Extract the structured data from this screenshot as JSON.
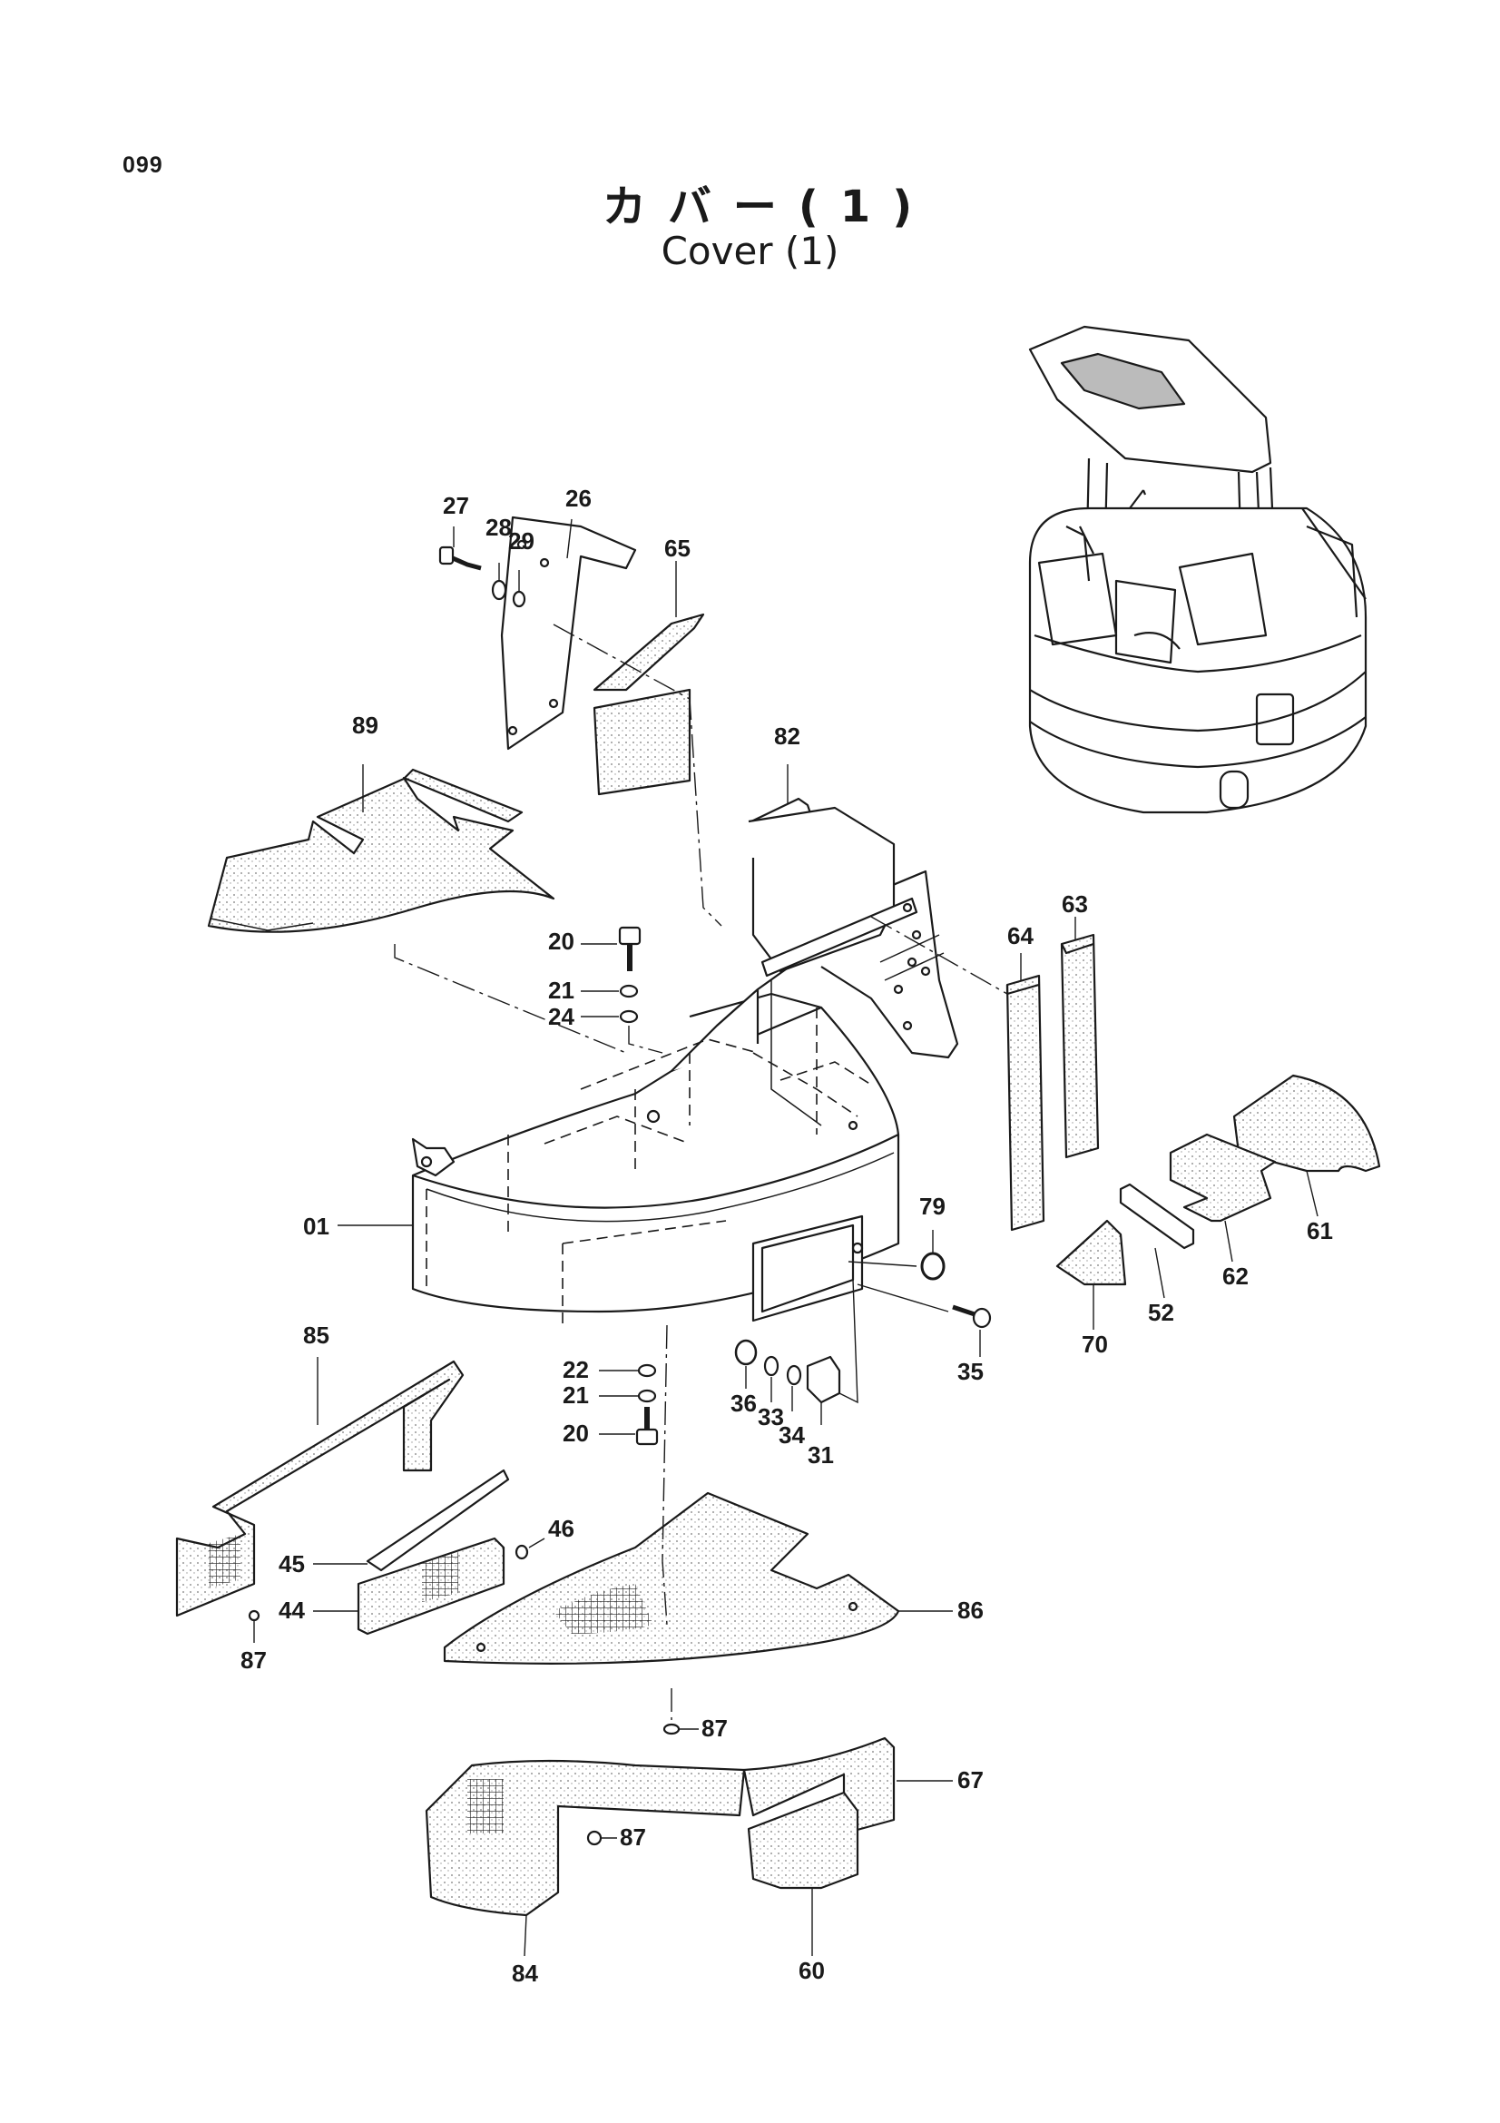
{
  "page": {
    "number": "099",
    "title_jp": "カバー(1)",
    "title_en": "Cover (1)"
  },
  "callouts": [
    {
      "id": "c27",
      "label": "27"
    },
    {
      "id": "c28",
      "label": "28"
    },
    {
      "id": "c29",
      "label": "29"
    },
    {
      "id": "c26",
      "label": "26"
    },
    {
      "id": "c65",
      "label": "65"
    },
    {
      "id": "c89",
      "label": "89"
    },
    {
      "id": "c82",
      "label": "82"
    },
    {
      "id": "c63",
      "label": "63"
    },
    {
      "id": "c64",
      "label": "64"
    },
    {
      "id": "c20a",
      "label": "20"
    },
    {
      "id": "c21a",
      "label": "21"
    },
    {
      "id": "c24",
      "label": "24"
    },
    {
      "id": "c79",
      "label": "79"
    },
    {
      "id": "c01",
      "label": "01"
    },
    {
      "id": "c35",
      "label": "35"
    },
    {
      "id": "c61",
      "label": "61"
    },
    {
      "id": "c62",
      "label": "62"
    },
    {
      "id": "c52",
      "label": "52"
    },
    {
      "id": "c70",
      "label": "70"
    },
    {
      "id": "c85",
      "label": "85"
    },
    {
      "id": "c22",
      "label": "22"
    },
    {
      "id": "c21b",
      "label": "21"
    },
    {
      "id": "c20b",
      "label": "20"
    },
    {
      "id": "c36",
      "label": "36"
    },
    {
      "id": "c33",
      "label": "33"
    },
    {
      "id": "c34",
      "label": "34"
    },
    {
      "id": "c31",
      "label": "31"
    },
    {
      "id": "c45",
      "label": "45"
    },
    {
      "id": "c46",
      "label": "46"
    },
    {
      "id": "c44",
      "label": "44"
    },
    {
      "id": "c87a",
      "label": "87"
    },
    {
      "id": "c86",
      "label": "86"
    },
    {
      "id": "c87b",
      "label": "87"
    },
    {
      "id": "c67",
      "label": "67"
    },
    {
      "id": "c87c",
      "label": "87"
    },
    {
      "id": "c84",
      "label": "84"
    },
    {
      "id": "c60",
      "label": "60"
    }
  ],
  "colors": {
    "ink": "#1a1a1a",
    "shade": "#c9c9c9"
  }
}
